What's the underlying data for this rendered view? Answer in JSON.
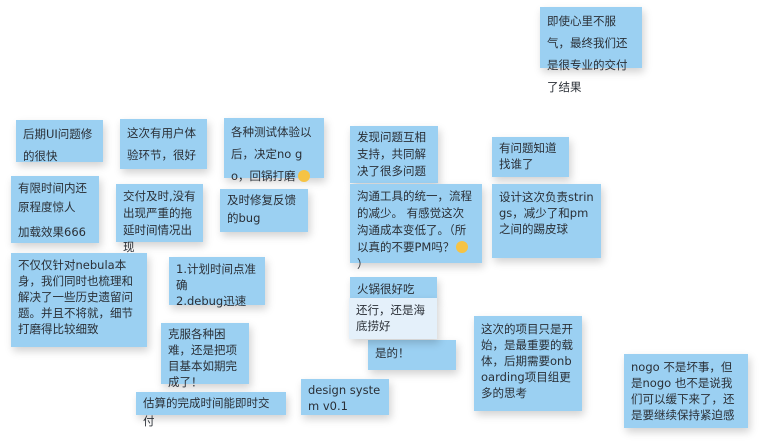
{
  "board": {
    "notes": [
      {
        "text": "即使心里不服气，最终我们还是很专业的交付了结果"
      },
      {
        "text": "后期UI问题修的很快"
      },
      {
        "text": "这次有用户体验环节，很好"
      },
      {
        "text": "各种测试体验以后，决定no go，回锅打磨",
        "emoji": "thumbs-up-icon"
      },
      {
        "text": "有限时间内还原程度惊人",
        "text2": "加载效果666"
      },
      {
        "text": "交付及时,没有出现严重的拖延时间情况出现"
      },
      {
        "text": "及时修复反馈的bug"
      },
      {
        "text": "发现问题互相支持，共同解决了很多问题"
      },
      {
        "text": "沟通工具的统一，流程的减少。 有感觉这次沟通成本变低了。（所以真的不要PM吗？",
        "text_end": "）",
        "emoji": "sweat-smile-icon"
      },
      {
        "text": "有问题知道找谁了"
      },
      {
        "text": "设计这次负责strings，减少了和pm之间的踢皮球"
      },
      {
        "text": "不仅仅针对nebula本身，我们同时也梳理和解决了一些历史遗留问题。并且不将就，细节打磨得比较细致"
      },
      {
        "text": "1.计划时间点准确\n2.debug迅速"
      },
      {
        "text": "火锅很好吃"
      },
      {
        "text": "还行，还是海底捞好"
      },
      {
        "text": "是的！"
      },
      {
        "text": "克服各种困难，还是把项目基本如期完成了！"
      },
      {
        "text": "估算的完成时间能即时交付"
      },
      {
        "text": "design system v0.1"
      },
      {
        "text": "这次的项目只是开始，是最重要的载体，后期需要onboarding项目组更多的思考"
      },
      {
        "text": "nogo 不是坏事，但是nogo 也不是说我们可以缓下来了，还是要继续保持紧迫感"
      }
    ]
  }
}
